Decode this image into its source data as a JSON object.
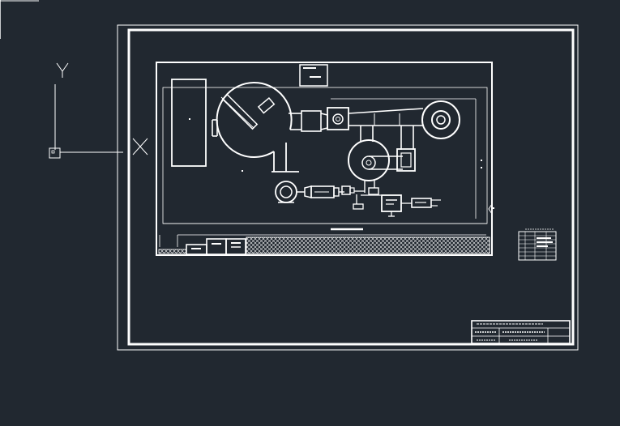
{
  "canvas": {
    "background": "#212830",
    "stroke": "#ffffff"
  },
  "ucs": {
    "y_axis_label": "Y",
    "x_axis_label": "X"
  },
  "legend_table": {
    "rows": 7
  },
  "title_block": {
    "rows": 3
  }
}
